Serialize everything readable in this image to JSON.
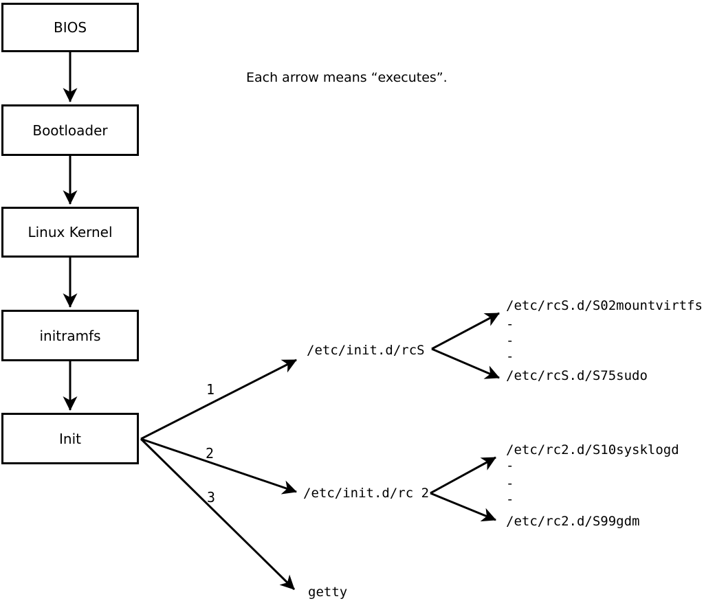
{
  "note": "Each arrow means “executes”.",
  "flow_boxes": [
    {
      "label": "BIOS"
    },
    {
      "label": "Bootloader"
    },
    {
      "label": "Linux Kernel"
    },
    {
      "label": "initramfs"
    },
    {
      "label": "Init"
    }
  ],
  "arrow_labels": [
    "1",
    "2",
    "3"
  ],
  "init_targets": {
    "rcs": "/etc/init.d/rcS",
    "rc2": "/etc/init.d/rc 2",
    "getty": "getty"
  },
  "rcs_scripts": {
    "first": "/etc/rcS.d/S02mountvirtfs",
    "ellipsis": [
      "-",
      "-",
      "-"
    ],
    "last": "/etc/rcS.d/S75sudo"
  },
  "rc2_scripts": {
    "first": "/etc/rc2.d/S10sysklogd",
    "ellipsis": [
      "-",
      "-",
      "-"
    ],
    "last": "/etc/rc2.d/S99gdm"
  },
  "colors": {
    "line": "#000000",
    "background": "#ffffff"
  }
}
